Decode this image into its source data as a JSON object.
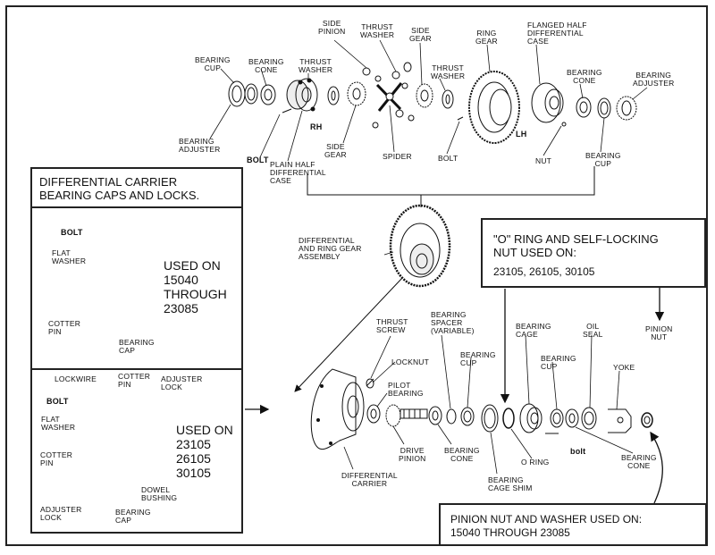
{
  "exploded_labels": {
    "side_pinion": "SIDE\nPINION",
    "thrust_washer_top": "THRUST\nWASHER",
    "side_gear_top": "SIDE\nGEAR",
    "ring_gear": "RING\nGEAR",
    "flanged_half": "FLANGED HALF\nDIFFERENTIAL\nCASE",
    "bearing_cup_left": "BEARING\nCUP",
    "bearing_cone_left": "BEARING\nCONE",
    "thrust_washer_left": "THRUST\nWASHER",
    "thrust_washer_mid": "THRUST\nWASHER",
    "bearing_cone_right": "BEARING\nCONE",
    "bearing_adjuster_right": "BEARING\nADJUSTER",
    "bearing_adjuster_left": "BEARING\nADJUSTER",
    "rh": "RH",
    "lh": "LH",
    "bolt_left": "BOLT",
    "plain_half": "PLAIN HALF\nDIFFERENTIAL\nCASE",
    "side_gear_bottom": "SIDE\nGEAR",
    "spider": "SPIDER",
    "bolt_mid": "BOLT",
    "nut": "NUT",
    "bearing_cup_right": "BEARING\nCUP",
    "diff_ring_assembly": "DIFFERENTIAL\nAND RING GEAR\nASSEMBLY"
  },
  "caps_box": {
    "title": "DIFFERENTIAL CARRIER\nBEARING CAPS AND LOCKS.",
    "top": {
      "bolt": "BOLT",
      "flat_washer": "FLAT\nWASHER",
      "cotter_pin": "COTTER\nPIN",
      "bearing_cap": "BEARING\nCAP",
      "used_on": "USED ON\n15040\nTHROUGH\n23085"
    },
    "bottom": {
      "lockwire": "LOCKWIRE",
      "cotter_pin_top": "COTTER\nPIN",
      "adjuster_lock_top": "ADJUSTER\nLOCK",
      "bolt": "BOLT",
      "flat_washer": "FLAT\nWASHER",
      "cotter_pin_left": "COTTER\nPIN",
      "dowel_bushing": "DOWEL\nBUSHING",
      "adjuster_lock_bottom": "ADJUSTER\nLOCK",
      "bearing_cap": "BEARING\nCAP",
      "used_on": "USED ON\n23105\n26105\n30105"
    }
  },
  "oring_box": {
    "title": "\"O\" RING AND SELF-LOCKING\nNUT USED ON:",
    "models": "23105, 26105, 30105"
  },
  "pinion_nut_box": {
    "text": "PINION NUT AND WASHER USED ON:\n15040 THROUGH 23085"
  },
  "pinion_labels": {
    "thrust_screw": "THRUST\nSCREW",
    "bearing_spacer": "BEARING\nSPACER\n(VARIABLE)",
    "bearing_cage": "BEARING\nCAGE",
    "oil_seal": "OIL\nSEAL",
    "pinion_nut": "PINION\nNUT",
    "locknut": "LOCKNUT",
    "bearing_cup_a": "BEARING\nCUP",
    "bearing_cup_b": "BEARING\nCUP",
    "yoke": "YOKE",
    "pilot_bearing": "PILOT\nBEARING",
    "drive_pinion": "DRIVE\nPINION",
    "bearing_cone_a": "BEARING\nCONE",
    "o_ring": "O RING",
    "bolt": "bolt",
    "bearing_cone_b": "BEARING\nCONE",
    "bearing_cage_shim": "BEARING\nCAGE SHIM",
    "diff_carrier": "DIFFERENTIAL\nCARRIER"
  }
}
